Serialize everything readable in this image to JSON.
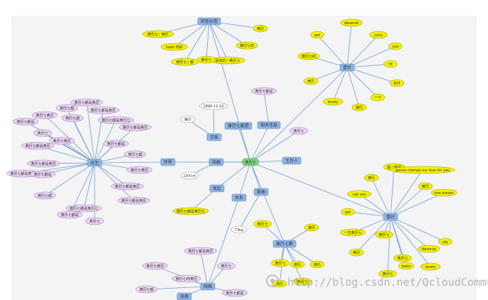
{
  "colors": {
    "background": "#f4f4f4",
    "edge": "#6b9bd1",
    "topic_fill": "#8fb5e6",
    "topic_stroke": "#5a8ccc",
    "center_fill": "#7ed07e",
    "center_stroke": "#3f9a3f",
    "yellow_fill": "#f3f000",
    "yellow_stroke": "#a9a400",
    "purple_fill": "#ead7f3",
    "purple_stroke": "#a57bbd",
    "white_fill": "#ffffff",
    "white_stroke": "#999999"
  },
  "center": {
    "label": "黄历七"
  },
  "nodes": [
    {
      "id": "t1",
      "label": "前任标签",
      "kind": "topic"
    },
    {
      "id": "t2",
      "label": "喜欢",
      "kind": "topic"
    },
    {
      "id": "t3",
      "label": "恋爱",
      "kind": "topic"
    },
    {
      "id": "t4",
      "label": "黄历七都是",
      "kind": "topic"
    },
    {
      "id": "t5",
      "label": "相关信息",
      "kind": "topic"
    },
    {
      "id": "t6",
      "label": "主持人",
      "kind": "topic"
    },
    {
      "id": "t7",
      "label": "结婚",
      "kind": "topic"
    },
    {
      "id": "t8",
      "label": "发起",
      "kind": "topic"
    },
    {
      "id": "t9",
      "label": "关系",
      "kind": "topic"
    },
    {
      "id": "t10",
      "label": "歌曲",
      "kind": "topic"
    },
    {
      "id": "t11",
      "label": "出生",
      "kind": "topic"
    },
    {
      "id": "t12",
      "label": "喜好",
      "kind": "topic"
    },
    {
      "id": "t13",
      "label": "黄历七都",
      "kind": "topic"
    },
    {
      "id": "t14",
      "label": "身高",
      "kind": "topic"
    },
    {
      "id": "t15",
      "label": "网络",
      "kind": "topic"
    },
    {
      "id": "t16",
      "label": "世界",
      "kind": "topic"
    },
    {
      "id": "a1",
      "label": "黄历",
      "kind": "yellow"
    },
    {
      "id": "a2",
      "label": "hello 你好",
      "kind": "yellow"
    },
    {
      "id": "a3",
      "label": "黄历七的",
      "kind": "yellow"
    },
    {
      "id": "a4",
      "label": "喜欢的 / 黄历七",
      "kind": "yellow"
    },
    {
      "id": "a5",
      "label": "黄历七 / 黄历",
      "kind": "yellow"
    },
    {
      "id": "a6",
      "label": "黄历七 / 都",
      "kind": "yellow"
    },
    {
      "id": "a7",
      "label": "黄历七",
      "kind": "yellow"
    },
    {
      "id": "b1",
      "label": "deserve",
      "kind": "yellow"
    },
    {
      "id": "b2",
      "label": "get",
      "kind": "yellow"
    },
    {
      "id": "b3",
      "label": "juice",
      "kind": "yellow"
    },
    {
      "id": "b4",
      "label": "you",
      "kind": "yellow"
    },
    {
      "id": "b5",
      "label": "黄历七的",
      "kind": "yellow"
    },
    {
      "id": "b6",
      "label": "fit",
      "kind": "yellow"
    },
    {
      "id": "b7",
      "label": "花开",
      "kind": "yellow"
    },
    {
      "id": "b8",
      "label": "一个",
      "kind": "yellow"
    },
    {
      "id": "b9",
      "label": "黄历",
      "kind": "yellow"
    },
    {
      "id": "b10",
      "label": "lonely",
      "kind": "yellow"
    },
    {
      "id": "b11",
      "label": "黄历",
      "kind": "yellow"
    },
    {
      "id": "w1",
      "label": "1990-11-10",
      "kind": "white"
    },
    {
      "id": "w2",
      "label": "黄历",
      "kind": "white"
    },
    {
      "id": "w3",
      "label": "167cm",
      "kind": "white"
    },
    {
      "id": "w4",
      "label": "73kg",
      "kind": "white"
    },
    {
      "id": "c1",
      "label": "黄历七都是",
      "kind": "purple"
    },
    {
      "id": "c2",
      "label": "黄历七",
      "kind": "purple"
    },
    {
      "id": "d1",
      "label": "最一首歌",
      "kind": "yellow"
    },
    {
      "id": "d2",
      "label": "gonna change my love for you",
      "kind": "yellow"
    },
    {
      "id": "d3",
      "label": "黄历",
      "kind": "yellow"
    },
    {
      "id": "d4",
      "label": "one dream",
      "kind": "yellow"
    },
    {
      "id": "d5",
      "label": "黄历",
      "kind": "yellow"
    },
    {
      "id": "d6",
      "label": "sky",
      "kind": "yellow"
    },
    {
      "id": "d7",
      "label": "deserve",
      "kind": "yellow"
    },
    {
      "id": "d8",
      "label": "lovely",
      "kind": "yellow"
    },
    {
      "id": "d9",
      "label": "黄历七",
      "kind": "yellow"
    },
    {
      "id": "d10",
      "label": "黄历七",
      "kind": "yellow"
    },
    {
      "id": "d11",
      "label": "baby",
      "kind": "yellow"
    },
    {
      "id": "d12",
      "label": "get",
      "kind": "yellow"
    },
    {
      "id": "d13",
      "label": "call you",
      "kind": "yellow"
    },
    {
      "id": "d14",
      "label": "黄历七",
      "kind": "yellow"
    },
    {
      "id": "d15",
      "label": "一生黄历七",
      "kind": "yellow"
    },
    {
      "id": "d16",
      "label": "黄历",
      "kind": "yellow"
    },
    {
      "id": "e1",
      "label": "黄历",
      "kind": "yellow"
    },
    {
      "id": "e2",
      "label": "黄历七",
      "kind": "yellow"
    },
    {
      "id": "e3",
      "label": "黄历",
      "kind": "yellow"
    },
    {
      "id": "e4",
      "label": "黄历",
      "kind": "yellow"
    },
    {
      "id": "e5",
      "label": "黄历七",
      "kind": "yellow"
    },
    {
      "id": "e6",
      "label": "黄历",
      "kind": "yellow"
    },
    {
      "id": "e7",
      "label": "黄历七",
      "kind": "yellow"
    },
    {
      "id": "f1",
      "label": "黄历七都是黄历七",
      "kind": "yellow"
    },
    {
      "id": "g1",
      "label": "黄历七",
      "kind": "purple"
    },
    {
      "id": "g2",
      "label": "黄历七都是黄历",
      "kind": "purple"
    },
    {
      "id": "g3",
      "label": "黄历七黄历",
      "kind": "purple"
    },
    {
      "id": "g4",
      "label": "黄历七都",
      "kind": "purple"
    },
    {
      "id": "g5",
      "label": "黄历七都是",
      "kind": "purple"
    },
    {
      "id": "g6",
      "label": "黄历七的黄历",
      "kind": "purple"
    },
    {
      "id": "p1",
      "label": "黄历七都是黄历",
      "kind": "purple"
    },
    {
      "id": "p2",
      "label": "黄历七都",
      "kind": "purple"
    },
    {
      "id": "p3",
      "label": "黄历七都是黄历",
      "kind": "purple"
    },
    {
      "id": "p4",
      "label": "黄历七黄历",
      "kind": "purple"
    },
    {
      "id": "p5",
      "label": "黄历七都是黄历七",
      "kind": "purple"
    },
    {
      "id": "p6",
      "label": "黄历七都",
      "kind": "purple"
    },
    {
      "id": "p7",
      "label": "黄历七都是",
      "kind": "purple"
    },
    {
      "id": "p8",
      "label": "黄历七都是黄历",
      "kind": "purple"
    },
    {
      "id": "p9",
      "label": "黄历七",
      "kind": "purple"
    },
    {
      "id": "p10",
      "label": "黄历七都是黄历",
      "kind": "purple"
    },
    {
      "id": "p11",
      "label": "黄历七都是",
      "kind": "purple"
    },
    {
      "id": "p12",
      "label": "黄历七黄历",
      "kind": "purple"
    },
    {
      "id": "p13",
      "label": "黄历七都是黄历",
      "kind": "purple"
    },
    {
      "id": "p14",
      "label": "黄历七都",
      "kind": "purple"
    },
    {
      "id": "p15",
      "label": "黄历七都是黄历",
      "kind": "purple"
    },
    {
      "id": "p16",
      "label": "黄历七黄历",
      "kind": "purple"
    },
    {
      "id": "p17",
      "label": "黄历七都是",
      "kind": "purple"
    },
    {
      "id": "p18",
      "label": "黄历七都是黄历",
      "kind": "purple"
    },
    {
      "id": "p19",
      "label": "黄历七都",
      "kind": "purple"
    },
    {
      "id": "p20",
      "label": "黄历七都是黄历",
      "kind": "purple"
    },
    {
      "id": "p21",
      "label": "黄历七都是黄历七",
      "kind": "purple"
    },
    {
      "id": "p22",
      "label": "黄历七都是",
      "kind": "purple"
    },
    {
      "id": "p23",
      "label": "黄历七",
      "kind": "purple"
    }
  ],
  "watermark": "http://blog.csdn.net/QcloudCommunity"
}
